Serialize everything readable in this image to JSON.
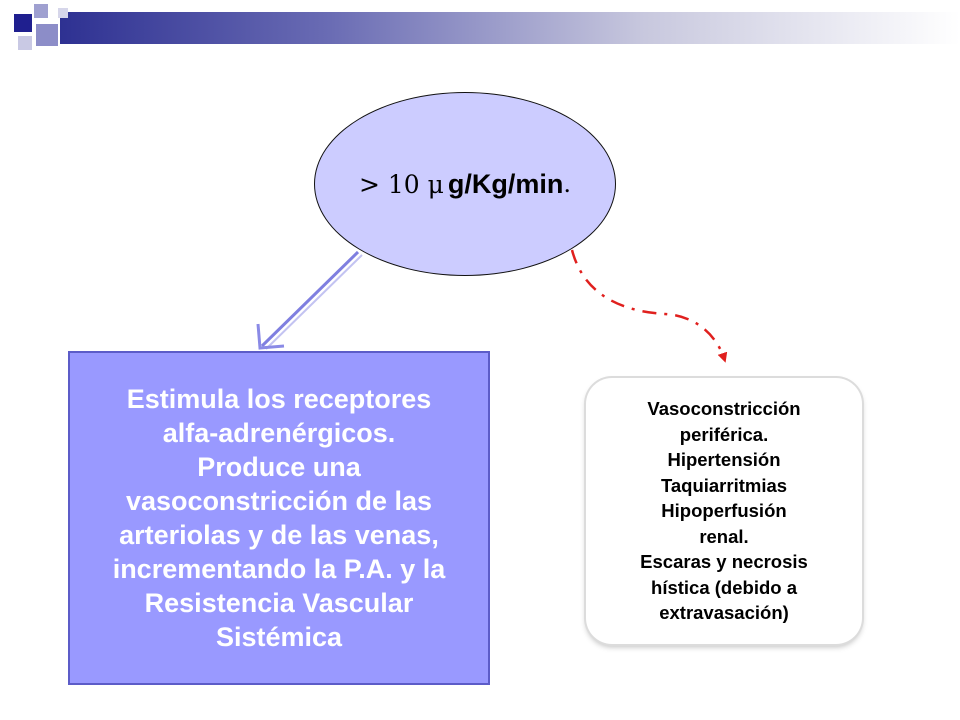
{
  "ellipse": {
    "symbol": "> 10 μ",
    "unit": "g/Kg/min",
    "period": "."
  },
  "left_box": {
    "text": "Estimula los receptores\nalfa-adrenérgicos.\nProduce una\nvasoconstricción de las\narteriolas y de las venas,\nincrementando la P.A. y la\nResistencia Vascular\nSistémica"
  },
  "right_box": {
    "text": "Vasoconstricción\nperiférica.\nHipertensión\nTaquiarritmias\nHipoperfusión\nrenal.\n Escaras y necrosis\nhística (debido a\nextravasación)"
  },
  "colors": {
    "ellipse_fill": "#ccccff",
    "left_box_fill": "#9999ff",
    "left_arrow": "#8a8ae6",
    "right_arrow": "#e0201e"
  }
}
